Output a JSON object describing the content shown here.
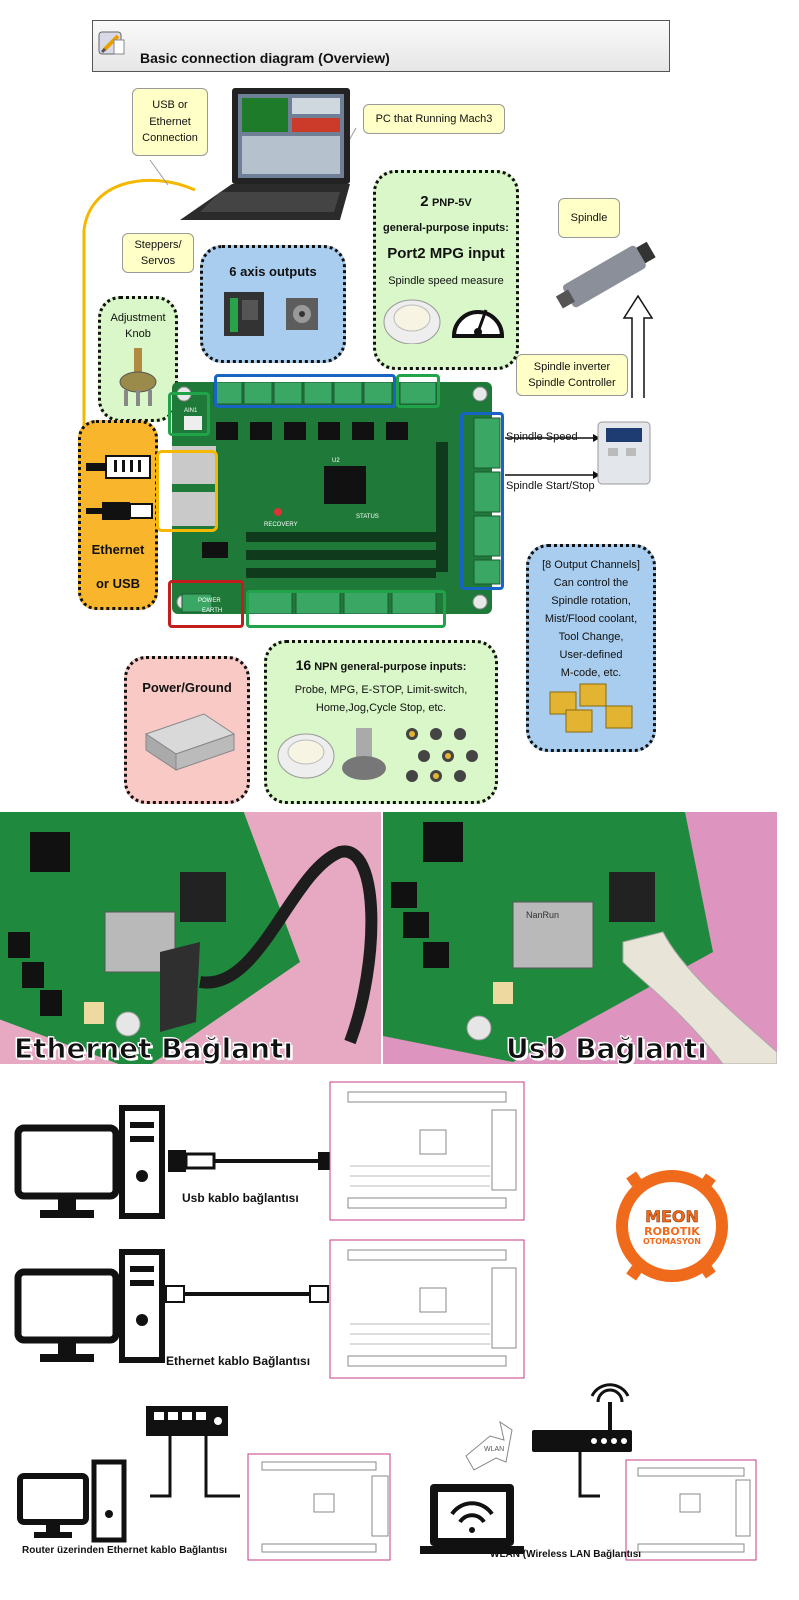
{
  "header": {
    "title": "Basic connection diagram (Overview)"
  },
  "callouts": {
    "usb_ethernet": [
      "USB or",
      "Ethernet",
      "Connection"
    ],
    "pc": "PC that Running Mach3",
    "steppers": [
      "Steppers/",
      "Servos"
    ],
    "spindle": "Spindle",
    "inverter": [
      "Spindle inverter",
      "Spindle Controller"
    ]
  },
  "blobs": {
    "axis": {
      "title": "6 axis outputs"
    },
    "pnp": {
      "count": "2",
      "type": "PNP-5V",
      "line2": "general-purpose inputs:",
      "line3": "Port2 MPG input",
      "line4": "Spindle speed measure"
    },
    "knob": {
      "line1": "Adjustment",
      "line2": "Knob"
    },
    "eth_usb": {
      "line1": "Ethernet",
      "line2": "or USB"
    },
    "outputs": {
      "lines": [
        "[8 Output Channels]",
        "Can control the",
        "Spindle rotation,",
        "Mist/Flood coolant,",
        "Tool Change,",
        "User-defined",
        "M-code, etc."
      ]
    },
    "power": {
      "title": "Power/Ground"
    },
    "npn": {
      "count": "16",
      "type": "NPN",
      "line1": "general-purpose inputs:",
      "line2": "Probe, MPG, E-STOP, Limit-switch,",
      "line3": "Home,Jog,Cycle Stop, etc."
    }
  },
  "arrows": {
    "spindle_speed": "Spindle Speed",
    "spindle_start": "Spindle Start/Stop"
  },
  "board_labels": {
    "recovery": "RECOVERY",
    "status": "STATUS",
    "u2": "U2",
    "ain1": "AIN1",
    "earth": "EARTH",
    "power": "POWER"
  },
  "photos": {
    "ethernet": "Ethernet Bağlantı",
    "usb": "Usb Bağlantı",
    "nanrun": "NanRun"
  },
  "connections": {
    "usb_cable": "Usb kablo bağlantısı",
    "eth_cable": "Ethernet kablo Bağlantısı",
    "router": "Router üzerinden Ethernet kablo Bağlantısı",
    "wlan_tag": "WLAN",
    "wlan": "WLAN (Wireless LAN Bağlantısı"
  },
  "logo": {
    "line1": "MEON",
    "line2": "ROBOTIK",
    "line3": "OTOMASYON"
  },
  "colors": {
    "board": "#1f7a3a",
    "green_blob": "#d9f7c8",
    "blue_blob": "#a9cdee",
    "pink_blob": "#f9c9c6",
    "orange_blob": "#f9b52b",
    "logo": "#f06a1c"
  }
}
